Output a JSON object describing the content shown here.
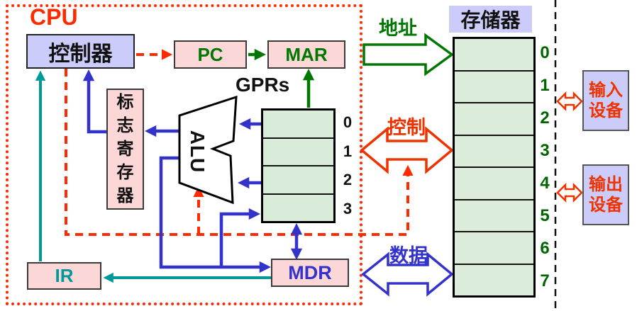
{
  "cpu": {
    "label": "CPU",
    "controller_label": "控制器",
    "pc_label": "PC",
    "mar_label": "MAR",
    "gprs_label": "GPRs",
    "alu_label": "ALU",
    "flag_register_label": "标志寄存器",
    "ir_label": "IR",
    "mdr_label": "MDR",
    "gpr_registers": [
      "0",
      "1",
      "2",
      "3"
    ]
  },
  "memory": {
    "label": "存储器",
    "cell_labels": [
      "0",
      "1",
      "2",
      "3",
      "4",
      "5",
      "6",
      "7"
    ]
  },
  "buses": {
    "address_label": "地址",
    "control_label": "控制",
    "data_label": "数据"
  },
  "devices": {
    "input": {
      "line1": "输入",
      "line2": "设备"
    },
    "output": {
      "line1": "输出",
      "line2": "设备"
    }
  },
  "colors": {
    "cpu_border_red": "#ff2a00",
    "control_orange_red": "#ef3300",
    "wire_blue": "#3333cc",
    "wire_teal": "#009999",
    "wire_green": "#007700",
    "mem_number_green": "#006600",
    "purple_box_bg": "#ccccfa",
    "pink_box_bg": "#fcd7d7",
    "memory_cell_bg": "#dcecdb",
    "gpr_cell_bg": "#d9ecd9"
  }
}
